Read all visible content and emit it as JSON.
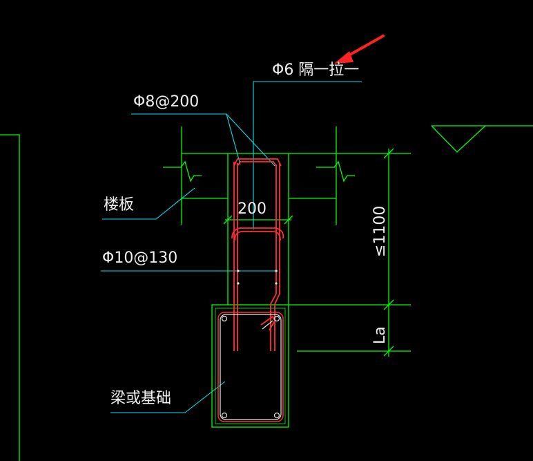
{
  "labels": {
    "tie_bar": "Φ6 隔一拉一",
    "stirrup": "Φ8@200",
    "slab": "楼板",
    "wall_thickness": "200",
    "distribution_bar": "Φ10@130",
    "height_limit": "≤1100",
    "anchorage": "La",
    "beam_or_foundation": "梁或基础"
  },
  "colors": {
    "background": "#000000",
    "outline": "#00ff00",
    "leader": "#00e5ee",
    "rebar": "#ff3030",
    "rebar_white": "#e8e8e8",
    "text": "#f0f0f0",
    "arrow": "#ff2222"
  }
}
